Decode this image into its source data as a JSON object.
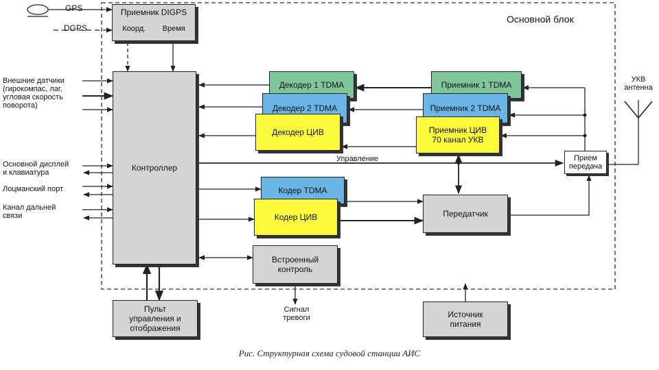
{
  "main_block_title": "Основной блок",
  "boxes": {
    "gps_receiver": "Приемник DIGPS",
    "gps_coord": "Коорд.",
    "gps_time": "Время",
    "controller": "Контроллер",
    "decoder1": "Декодер 1 TDMA",
    "decoder2": "Декодер 2 TDMA",
    "decoder_civ": "Декодер ЦИВ",
    "receiver1": "Приемник 1 TDMA",
    "receiver2": "Приемник 2 TDMA",
    "receiver_civ": "Приемник ЦИВ\n70 канал УКВ",
    "coder_tdma": "Кодер TDMA",
    "coder_civ": "Кодер ЦИВ",
    "transmitter": "Передатчик",
    "rx_tx": "Прием\nпередача",
    "builtin_control": "Встроенный\nконтроль",
    "control_panel": "Пульт\nуправления и\nотображения",
    "power_source": "Источник\nпитания"
  },
  "labels": {
    "gps": "GPS",
    "dgps": "DGPS",
    "external_sensors": "Внешние датчики\n(гирокомпас, лаг,\nугловая скорость\nповорота)",
    "main_display": "Основной дисплей\nи клавиатура",
    "pilot_port": "Лоцманский порт",
    "long_range": "Канал дальней\nсвязи",
    "control": "Управление",
    "antenna": "УКВ\nантенна",
    "alarm": "Сигнал\nтревоги"
  },
  "caption": "Рис. Структурная схема судовой станции АИС"
}
